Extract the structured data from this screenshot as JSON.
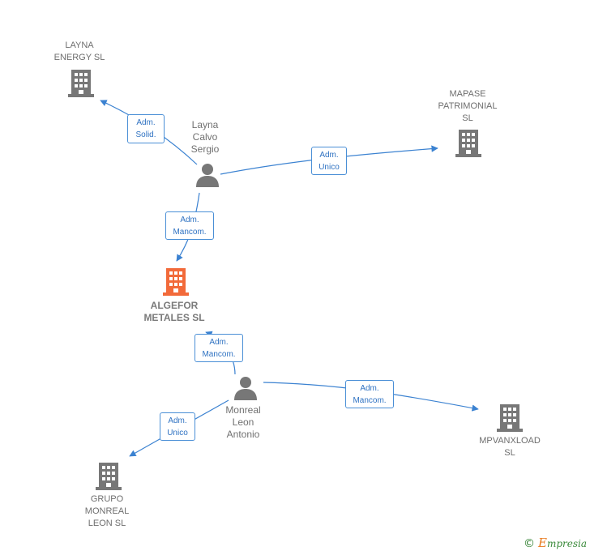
{
  "colors": {
    "company": "#777777",
    "main_company": "#f26a3a",
    "person": "#777777",
    "edge": "#3b82d1",
    "box_border": "#4a8fd6",
    "box_text": "#2f72c2"
  },
  "nodes": {
    "layna_energy": {
      "label": "LAYNA\nENERGY SL",
      "icon": "building-icon"
    },
    "mapase": {
      "label": "MAPASE\nPATRIMONIAL\nSL",
      "icon": "building-icon"
    },
    "layna_calvo": {
      "label": "Layna\nCalvo\nSergio",
      "icon": "person-icon"
    },
    "algefor": {
      "label": "ALGEFOR\nMETALES SL",
      "icon": "building-icon"
    },
    "monreal": {
      "label": "Monreal\nLeon\nAntonio",
      "icon": "person-icon"
    },
    "mpvanxload": {
      "label": "MPVANXLOAD\nSL",
      "icon": "building-icon"
    },
    "grupo_monreal": {
      "label": "GRUPO\nMONREAL\nLEON SL",
      "icon": "building-icon"
    }
  },
  "relations": {
    "r1": "Adm.\nSolid.",
    "r2": "Adm.\nUnico",
    "r3": "Adm.\nMancom.",
    "r4": "Adm.\nMancom.",
    "r5": "Adm.\nMancom.",
    "r6": "Adm.\nUnico"
  },
  "footer": {
    "copyright": "©",
    "brand_first": "E",
    "brand_rest": "mpresia"
  }
}
